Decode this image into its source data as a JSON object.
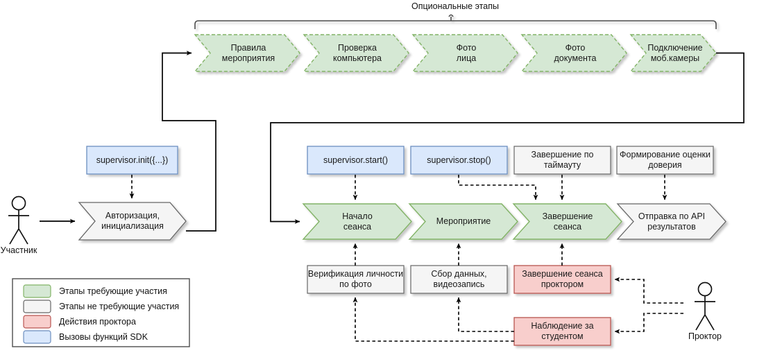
{
  "diagram": {
    "title_bracket": "Опциональные этапы",
    "colors": {
      "green_fill": "#d5e8d4",
      "green_stroke": "#82b366",
      "grey_fill": "#f5f5f5",
      "grey_stroke": "#666666",
      "red_fill": "#f8cecc",
      "red_stroke": "#b85450",
      "blue_fill": "#dae8fc",
      "blue_stroke": "#6c8ebf",
      "line": "#000000",
      "text": "#1a1a1a"
    },
    "optional_stages": [
      {
        "label": "Правила\nмероприятия",
        "type": "green-dashed"
      },
      {
        "label": "Проверка\nкомпьютера",
        "type": "green-dashed"
      },
      {
        "label": "Фото\nлица",
        "type": "green-dashed"
      },
      {
        "label": "Фото\nдокумента",
        "type": "green-dashed"
      },
      {
        "label": "Подключение\nмоб.камеры",
        "type": "green-dashed"
      }
    ],
    "sdk_calls": [
      {
        "label": "supervisor.init({...})",
        "type": "blue"
      },
      {
        "label": "supervisor.start()",
        "type": "blue"
      },
      {
        "label": "supervisor.stop()",
        "type": "blue"
      }
    ],
    "system_boxes": [
      {
        "label": "Завершение по\nтаймауту",
        "type": "grey"
      },
      {
        "label": "Формирование оценки\nдоверия",
        "type": "grey"
      }
    ],
    "main_stages": [
      {
        "label": "Авторизация,\nинициализация",
        "type": "grey"
      },
      {
        "label": "Начало\nсеанса",
        "type": "green"
      },
      {
        "label": "Мероприятие",
        "type": "green"
      },
      {
        "label": "Завершение\nсеанса",
        "type": "green"
      },
      {
        "label": "Отправка по API\nрезультатов",
        "type": "grey"
      }
    ],
    "support_boxes": [
      {
        "label": "Верификация личности\nпо фото",
        "type": "grey"
      },
      {
        "label": "Сбор данных,\nвидеозапись",
        "type": "grey"
      },
      {
        "label": "Завершение сеанса\nпроктором",
        "type": "red"
      },
      {
        "label": "Наблюдение за\nстудентом",
        "type": "red"
      }
    ],
    "actors": [
      {
        "label": "Участник"
      },
      {
        "label": "Проктор"
      }
    ],
    "legend": {
      "items": [
        {
          "label": "Этапы требующие участия",
          "swatch": "green"
        },
        {
          "label": "Этапы не требующие участия",
          "swatch": "grey"
        },
        {
          "label": "Действия проктора",
          "swatch": "red"
        },
        {
          "label": "Вызовы функций SDK",
          "swatch": "blue"
        }
      ]
    }
  }
}
